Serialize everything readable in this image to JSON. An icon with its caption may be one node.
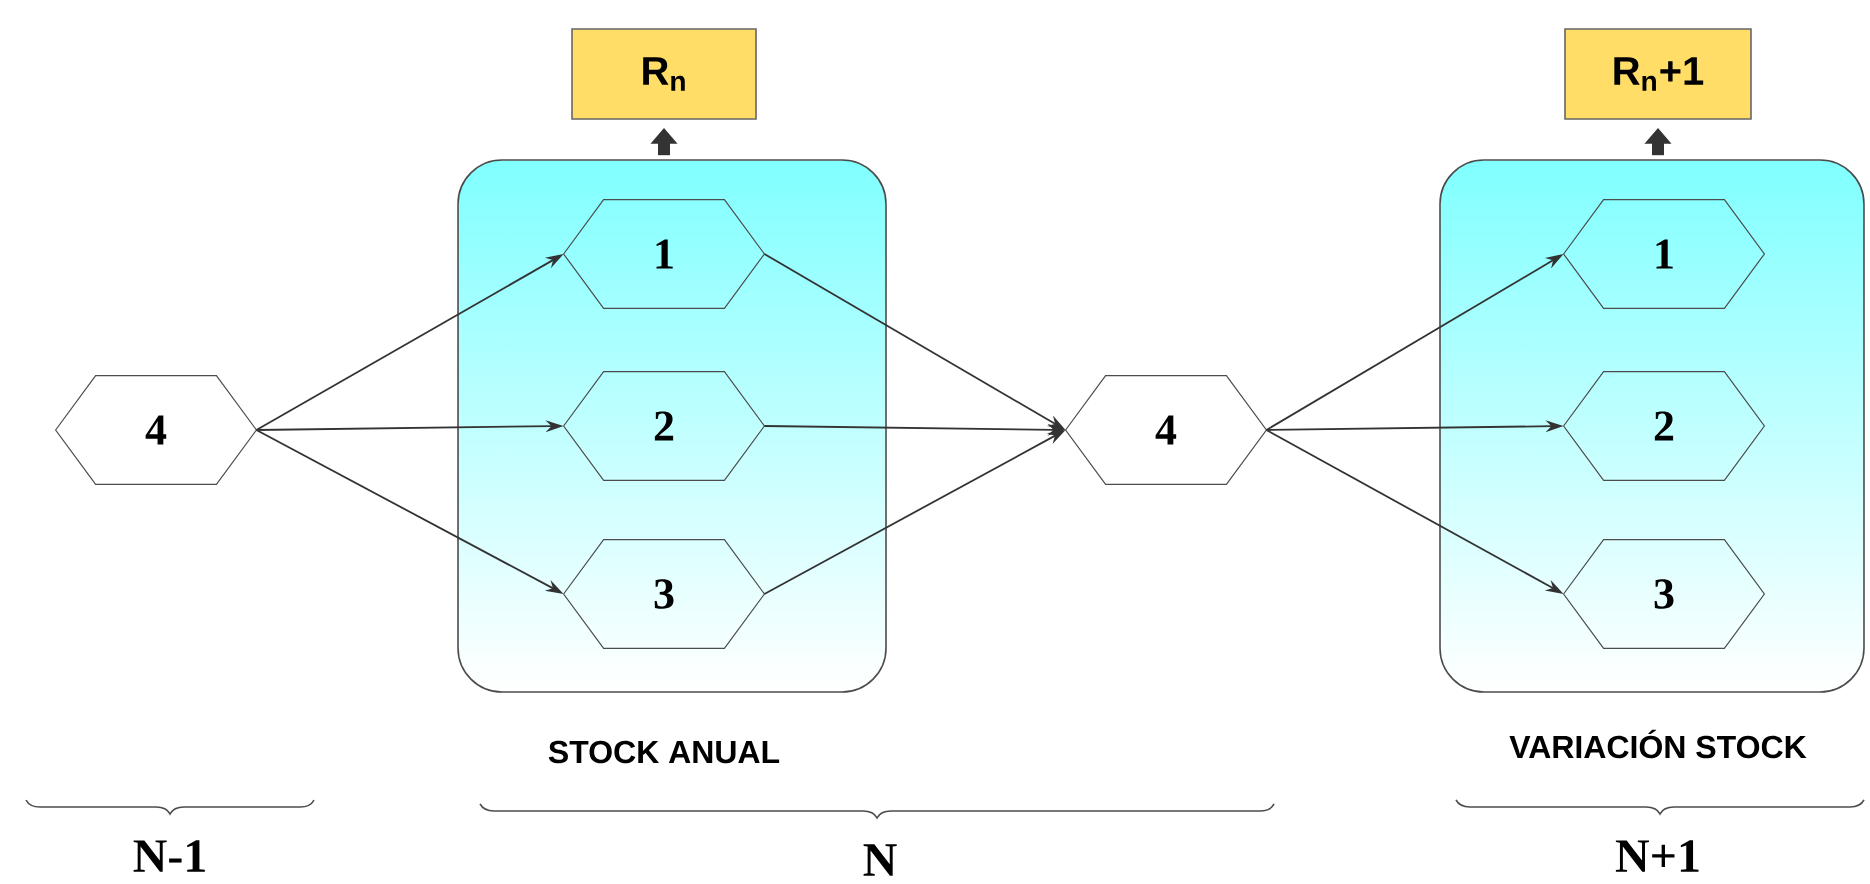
{
  "diagram": {
    "nodes": [
      {
        "text": [
          "4"
        ]
      },
      {
        "text": [],
        "shape": "box",
        "beside": [
          "STOCK ANUAL"
        ]
      },
      {
        "text": [
          "1"
        ],
        "in": 1
      },
      {
        "text": [
          "2"
        ],
        "in": 1
      },
      {
        "text": [
          "3"
        ],
        "in": 1
      },
      {
        "text": [
          "R$_{n}$"
        ]
      },
      {
        "text": [
          "4"
        ]
      },
      {
        "text": [],
        "shape": "box",
        "beside": [
          "VARIACIÓN STOCK"
        ]
      },
      {
        "text": [
          "1"
        ],
        "in": 7
      },
      {
        "text": [
          "2"
        ],
        "in": 7
      },
      {
        "text": [
          "3"
        ],
        "in": 7
      },
      {
        "text": [
          "R$_{n}$+1"
        ]
      }
    ],
    "edges": [
      {
        "from": 0,
        "to": 2,
        "arrow": "to"
      },
      {
        "from": 0,
        "to": 3,
        "arrow": "to"
      },
      {
        "from": 0,
        "to": 4,
        "arrow": "to"
      },
      {
        "from": 2,
        "to": 6,
        "arrow": "to"
      },
      {
        "from": 3,
        "to": 6,
        "arrow": "to"
      },
      {
        "from": 4,
        "to": 6,
        "arrow": "to"
      },
      {
        "from": 6,
        "to": 8,
        "arrow": "to"
      },
      {
        "from": 6,
        "to": 9,
        "arrow": "to"
      },
      {
        "from": 6,
        "to": 10,
        "arrow": "to"
      },
      {
        "from": 1,
        "to": 5,
        "arrow": "to",
        "style": "thick"
      },
      {
        "from": 7,
        "to": 11,
        "arrow": "to",
        "style": "thick"
      }
    ],
    "labels": [
      "N-1",
      "N",
      "N+1"
    ]
  }
}
